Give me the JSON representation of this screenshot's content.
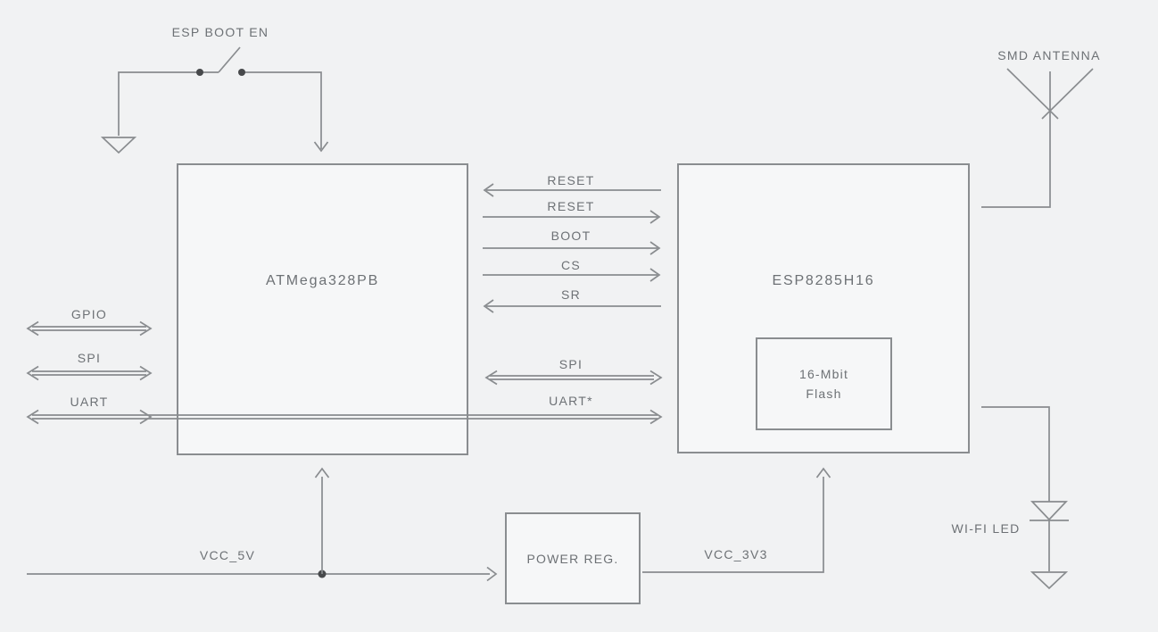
{
  "diagram": {
    "blocks": {
      "mcu": {
        "label": "ATMega328PB"
      },
      "wifi": {
        "label": "ESP8285H16"
      },
      "flash": {
        "line1": "16-Mbit",
        "line2": "Flash"
      },
      "power": {
        "label": "POWER REG."
      }
    },
    "boot_switch": {
      "label": "ESP BOOT EN"
    },
    "antenna": {
      "label": "SMD ANTENNA"
    },
    "led": {
      "label": "WI-FI LED"
    },
    "power_rails": {
      "input": "VCC_5V",
      "output": "VCC_3V3"
    },
    "left_buses": [
      {
        "label": "GPIO",
        "direction": "bidirectional"
      },
      {
        "label": "SPI",
        "direction": "bidirectional"
      },
      {
        "label": "UART",
        "direction": "bidirectional"
      }
    ],
    "mid_signals": [
      {
        "label": "RESET",
        "direction": "to-mcu"
      },
      {
        "label": "RESET",
        "direction": "to-wifi"
      },
      {
        "label": "BOOT",
        "direction": "to-wifi"
      },
      {
        "label": "CS",
        "direction": "to-wifi"
      },
      {
        "label": "SR",
        "direction": "to-mcu"
      }
    ],
    "mid_buses": [
      {
        "label": "SPI",
        "direction": "bidirectional"
      },
      {
        "label": "UART*",
        "direction": "to-wifi"
      }
    ],
    "colors": {
      "background": "#f1f2f3",
      "line": "#898c8f",
      "text": "#6d7175",
      "block_fill": "#f6f7f8",
      "block_border": "#8a8d90",
      "dot": "#47494b"
    }
  }
}
